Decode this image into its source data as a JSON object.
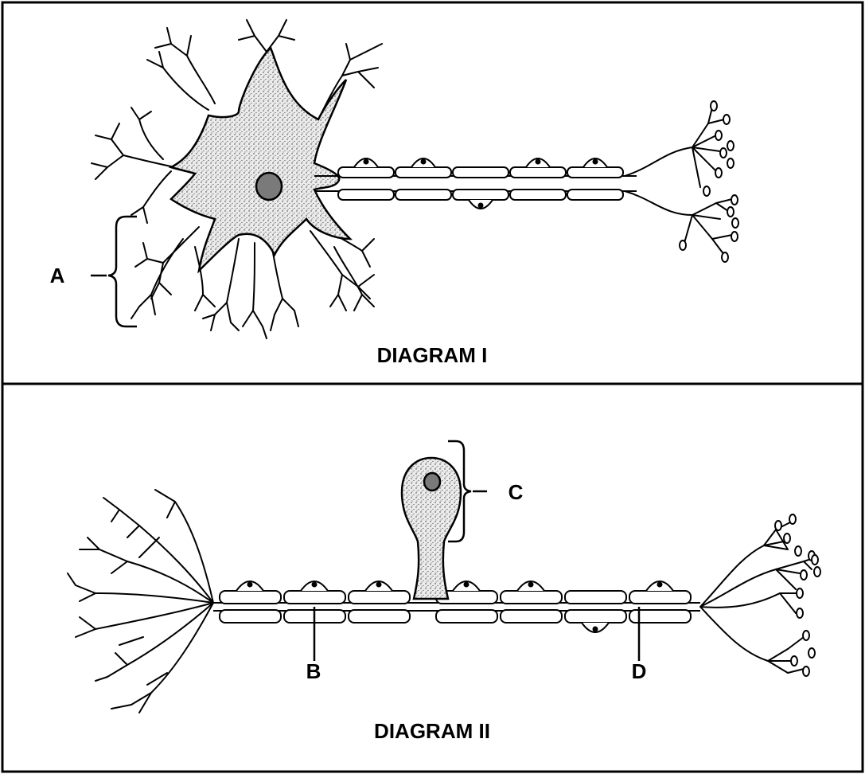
{
  "panels": [
    {
      "title": "DIAGRAM I",
      "labels": {
        "a": "A"
      }
    },
    {
      "title": "DIAGRAM II",
      "labels": {
        "b": "B",
        "c": "C",
        "d": "D"
      }
    }
  ],
  "colors": {
    "line": "#000000",
    "nucleus": "#7a7a7a",
    "cytoplasm": "#d9d9d9",
    "background": "#ffffff"
  }
}
